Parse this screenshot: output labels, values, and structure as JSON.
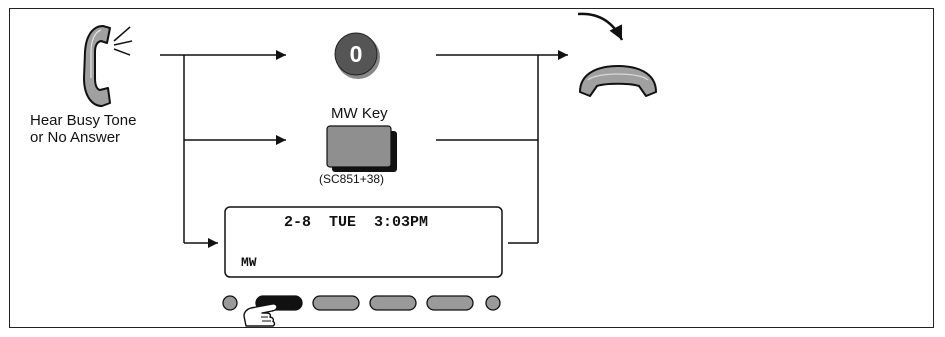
{
  "labels": {
    "busy_line1": "Hear Busy Tone",
    "busy_line2": "or No Answer",
    "mw_key": "MW Key",
    "mw_code": "(SC851+38)",
    "dial_digit": "0"
  },
  "lcd": {
    "line1": "2-8  TUE  3:03PM",
    "line2": "MW"
  },
  "colors": {
    "line": "#111111",
    "dial_button": "#555555",
    "key_fill": "#8f8f8f",
    "softkey_fill": "#9a9a9a",
    "handset_fill": "#a0a0a0"
  },
  "icons": [
    "handset-offhook-ringing-icon",
    "dial-zero-button-icon",
    "mw-key-icon",
    "hang-up-handset-icon",
    "pointing-hand-icon"
  ]
}
